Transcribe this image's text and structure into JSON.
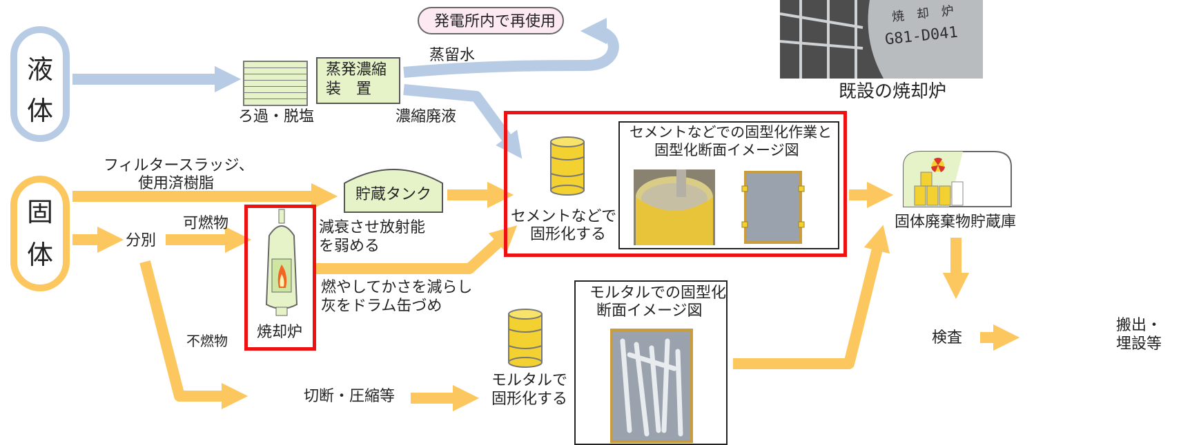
{
  "inputs": {
    "liquid": [
      "液",
      "体"
    ],
    "solid": [
      "固",
      "体"
    ]
  },
  "liquid_path": {
    "filter_label": "ろ過・脱塩",
    "evaporator": [
      "蒸発濃縮",
      "装　置"
    ],
    "distilled": "蒸留水",
    "reuse": "発電所内で再使用",
    "concentrate": "濃縮廃液"
  },
  "solid_path": {
    "sludge": [
      "フィルタースラッジ、",
      "使用済樹脂"
    ],
    "tank": "貯蔵タンク",
    "decay": [
      "減衰させ放射能",
      "を弱める"
    ],
    "sort": "分別",
    "combustible": "可燃物",
    "incinerator": "焼却炉",
    "burn": [
      "燃やしてかさを減らし",
      "灰をドラム缶づめ"
    ],
    "noncombustible": "不燃物",
    "cut": "切断・圧縮等",
    "mortar_drum": [
      "モルタルで",
      "固形化する"
    ],
    "mortar_image": [
      "モルタルでの固型化",
      "断面イメージ図"
    ]
  },
  "cement": {
    "drum_label": [
      "セメントなどで",
      "固形化する"
    ],
    "image_title": [
      "セメントなどでの固型化作業と",
      "固型化断面イメージ図"
    ]
  },
  "storage": {
    "label": "固体廃棄物貯蔵庫",
    "inspect": "検査",
    "ship": [
      "搬出・",
      "埋設等"
    ]
  },
  "photo": {
    "plate": [
      "焼　却　炉",
      "G81-D041"
    ],
    "caption": "既設の焼却炉"
  },
  "colors": {
    "blue_flow": "#b7cce4",
    "orange_flow": "#fcc75e",
    "highlight": "#ee1111",
    "drum": "#f2d130",
    "tank": "#e6f3c9"
  }
}
